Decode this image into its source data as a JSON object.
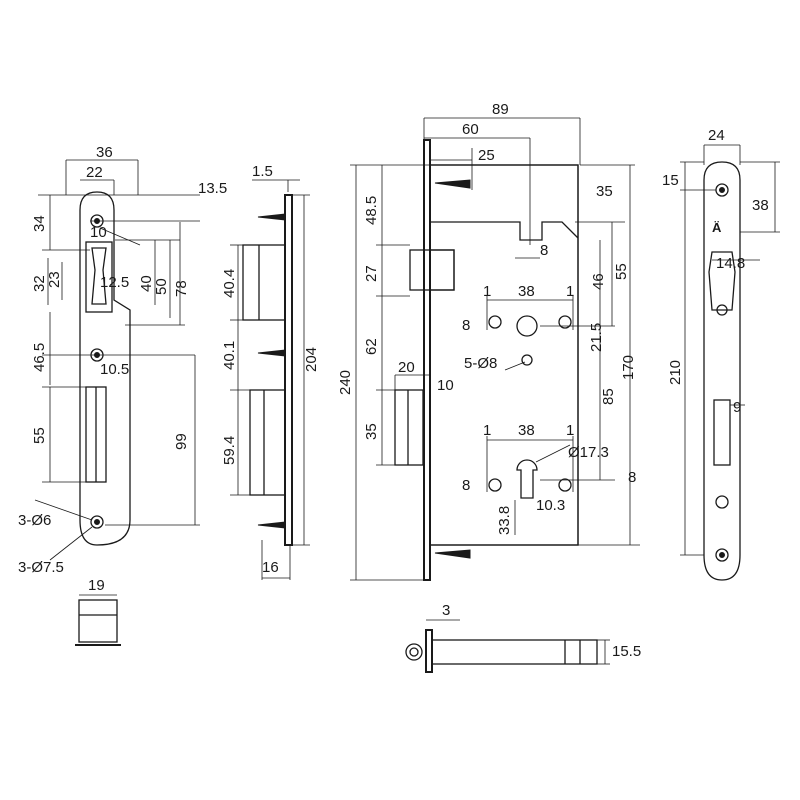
{
  "labels": {
    "strike": {
      "d36": "36",
      "d22": "22",
      "d13_5": "13.5",
      "d34": "34",
      "d10": "10",
      "d32": "32",
      "d23": "23",
      "d12_5": "12.5",
      "d40": "40",
      "d50": "50",
      "d78": "78",
      "d46_5": "46.5",
      "d10_5": "10.5",
      "d55": "55",
      "d99": "99",
      "holes_6": "3-Ø6",
      "holes_7_5": "3-Ø7.5",
      "d19": "19"
    },
    "side": {
      "d1_5": "1.5",
      "d40_4": "40.4",
      "d40_1": "40.1",
      "d204": "204",
      "d59_4": "59.4",
      "d16": "16"
    },
    "body": {
      "d89": "89",
      "d60": "60",
      "d25": "25",
      "d35a": "35",
      "d48_5": "48.5",
      "d240": "240",
      "d8a": "8",
      "d27": "27",
      "d46": "46",
      "d55": "55",
      "d1a": "1",
      "d38a": "38",
      "d1b": "1",
      "d8b": "8",
      "d62": "62",
      "d21_5": "21.5",
      "holes_8": "5-Ø8",
      "d170": "170",
      "d20": "20",
      "d10": "10",
      "d85": "85",
      "d35b": "35",
      "d1c": "1",
      "d38b": "38",
      "d1d": "1",
      "d17_3": "Ø17.3",
      "d8c": "8",
      "d8d": "8",
      "d33_8": "33.8",
      "d10_3": "10.3"
    },
    "bolt": {
      "d3": "3",
      "d15_5": "15.5"
    },
    "faceplate": {
      "d24": "24",
      "d15": "15",
      "d38": "38",
      "d14_8": "14.8",
      "d210": "210",
      "d9": "9"
    }
  }
}
